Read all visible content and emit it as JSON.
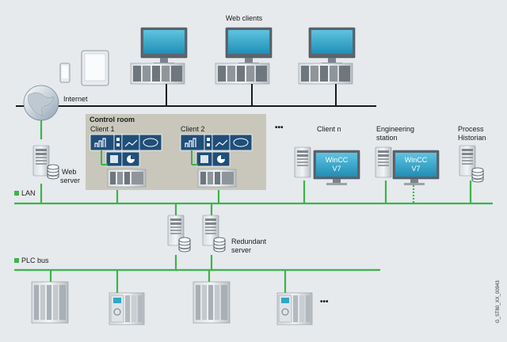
{
  "labels": {
    "web_clients": "Web clients",
    "internet": "Internet",
    "control_room": "Control room",
    "client1": "Client 1",
    "client2": "Client 2",
    "ellipsis": "•••",
    "client_n": "Client n",
    "engineering_line1": "Engineering",
    "engineering_line2": "station",
    "historian_line1": "Process",
    "historian_line2": "Historian",
    "web_server_line1": "Web",
    "web_server_line2": "server",
    "lan": "LAN",
    "redundant_line1": "Redundant",
    "redundant_line2": "server",
    "plc_bus": "PLC bus",
    "plc_ellipsis": "•••",
    "wincc_line1": "WinCC",
    "wincc_line2": "V7",
    "figure_id": "G_ST80_XX_00943"
  },
  "colors": {
    "background": "#e6eaed",
    "network_green": "#3cb44b",
    "bus_black": "#1a1a1a",
    "screen_blue": "#2ea7c9",
    "control_room_bg": "#c9c7bb",
    "tile_dark": "#1f4e79"
  }
}
